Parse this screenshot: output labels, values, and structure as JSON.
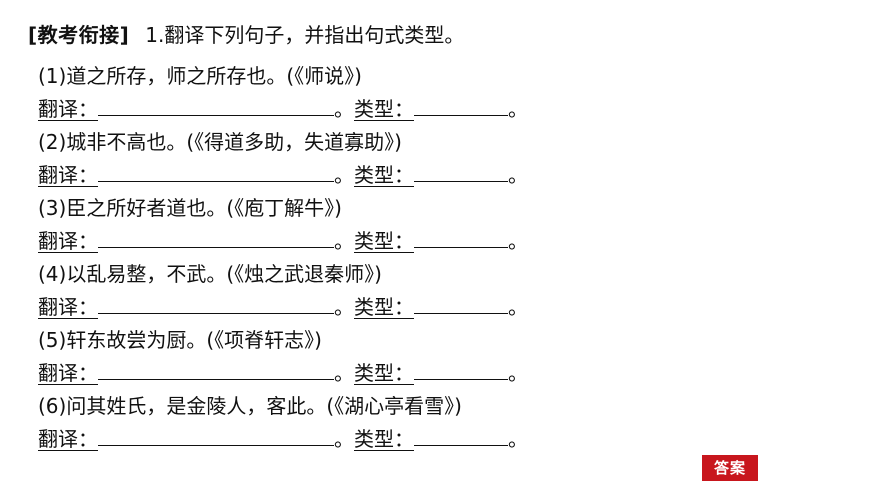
{
  "header": {
    "tag": "[教考衔接]",
    "instruction": "1.翻译下列句子，并指出句式类型。"
  },
  "labels": {
    "translation": "翻译：",
    "type": "类型：",
    "period": "。"
  },
  "items": [
    {
      "question": "(1)道之所存，师之所存也。(《师说》)"
    },
    {
      "question": "(2)城非不高也。(《得道多助，失道寡助》)"
    },
    {
      "question": "(3)臣之所好者道也。(《庖丁解牛》)"
    },
    {
      "question": "(4)以乱易整，不武。(《烛之武退秦师》)"
    },
    {
      "question": "(5)轩东故尝为厨。(《项脊轩志》)"
    },
    {
      "question": "(6)问其姓氏，是金陵人，客此。(《湖心亭看雪》)"
    }
  ],
  "answer_button": {
    "label": "答案",
    "color": "#c8161d"
  }
}
